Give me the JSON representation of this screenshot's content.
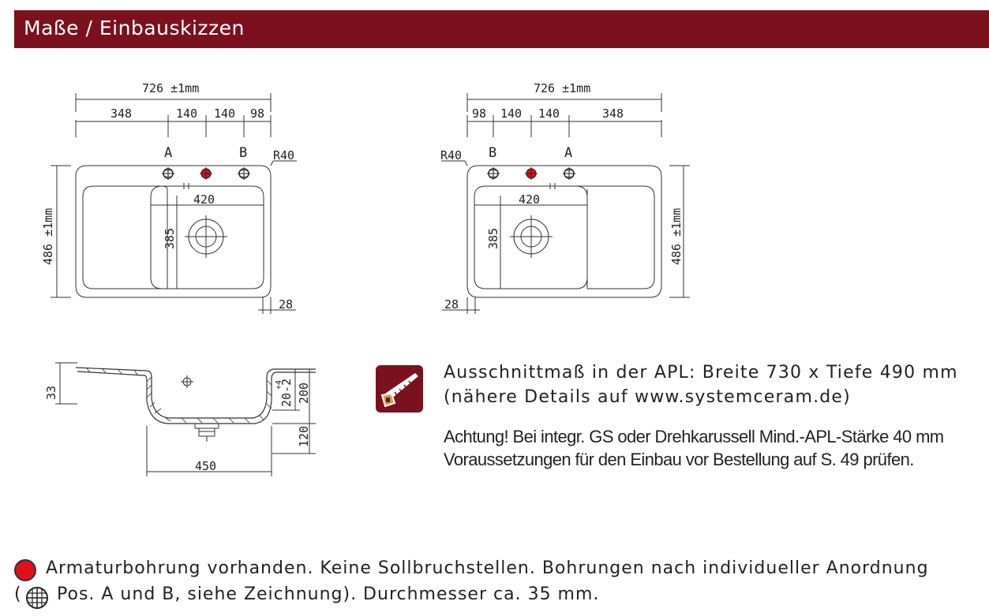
{
  "header": {
    "title": "Maße / Einbauskizzen"
  },
  "colors": {
    "header_bg": "#7b111d",
    "armatur_hole": "#e0101a"
  },
  "left_drawing": {
    "overall_width": "726 ±1mm",
    "segments": [
      "348",
      "140",
      "140",
      "98"
    ],
    "hole_labels": [
      "A",
      "B"
    ],
    "radius": "R40",
    "height": "486 ±1mm",
    "bowl_width": "420",
    "bowl_depth": "385",
    "edge": "28"
  },
  "right_drawing": {
    "overall_width": "726 ±1mm",
    "segments": [
      "98",
      "140",
      "140",
      "348"
    ],
    "hole_labels": [
      "B",
      "A"
    ],
    "radius": "R40",
    "height": "486 ±1mm",
    "bowl_width": "420",
    "bowl_depth": "385",
    "edge": "28"
  },
  "section_drawing": {
    "rim": "33",
    "rim_tol": "20-2",
    "rim_tol_plus": "+4",
    "depth": "200",
    "drain": "120",
    "bottom_width": "450"
  },
  "cutout": {
    "icon": "saw-icon",
    "line1": "Ausschnittmaß in der APL: Breite 730 x Tiefe 490 mm",
    "line2": "(nähere Details auf www.systemceram.de)"
  },
  "warning": {
    "line1": "Achtung! Bei integr. GS oder Drehkarussell Mind.-APL-Stärke 40 mm",
    "line2": "Voraussetzungen für den Einbau vor Bestellung auf S. 49 prüfen."
  },
  "footer": {
    "line1": "Armaturbohrung vorhanden. Keine Sollbruchstellen. Bohrungen nach individueller Anordnung",
    "paren_open": "(",
    "line2": "Pos. A und B, siehe Zeichnung). Durchmesser ca. 35 mm."
  }
}
